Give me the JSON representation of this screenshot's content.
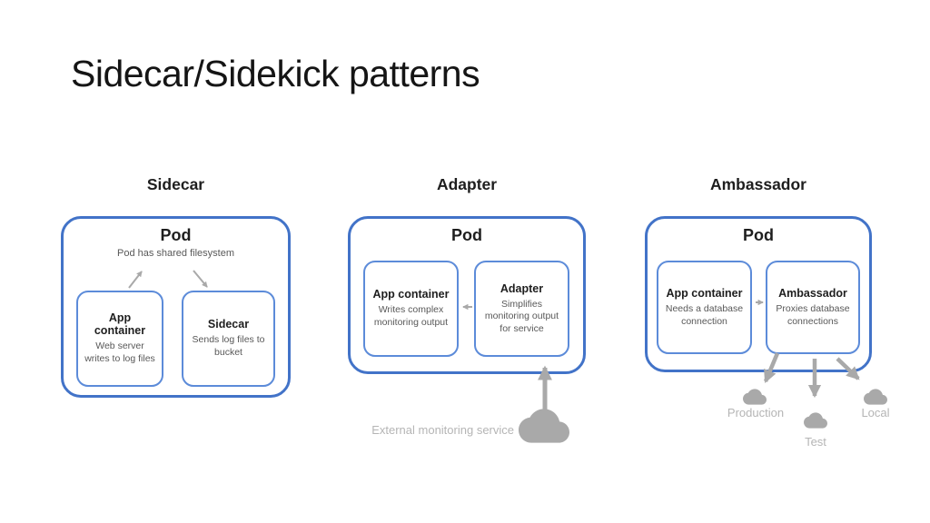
{
  "slide": {
    "title": "Sidecar/Sidekick patterns"
  },
  "colors": {
    "pod_border": "#4273c8",
    "container_border": "#5c8bd9",
    "arrow": "#a9a9a9",
    "cloud": "#a9a9a9",
    "muted_label": "#b5b5b5",
    "heading_text": "#1e1e1e",
    "desc_text": "#585858"
  },
  "diagrams": [
    {
      "heading": "Sidecar",
      "pod": {
        "label": "Pod",
        "subtitle": "Pod has shared filesystem"
      },
      "containers": [
        {
          "title": "App container",
          "desc": "Web server writes to log files"
        },
        {
          "title": "Sidecar",
          "desc": "Sends log files to bucket"
        }
      ]
    },
    {
      "heading": "Adapter",
      "pod": {
        "label": "Pod"
      },
      "containers": [
        {
          "title": "App container",
          "desc": "Writes complex monitoring output"
        },
        {
          "title": "Adapter",
          "desc": "Simplifies monitoring output for service"
        }
      ],
      "external": {
        "label": "External monitoring service",
        "icon": "cloud-icon"
      }
    },
    {
      "heading": "Ambassador",
      "pod": {
        "label": "Pod"
      },
      "containers": [
        {
          "title": "App container",
          "desc": "Needs a database connection"
        },
        {
          "title": "Ambassador",
          "desc": "Proxies database connections"
        }
      ],
      "environments": [
        {
          "label": "Production",
          "icon": "cloud-icon"
        },
        {
          "label": "Test",
          "icon": "cloud-icon"
        },
        {
          "label": "Local",
          "icon": "cloud-icon"
        }
      ]
    }
  ]
}
